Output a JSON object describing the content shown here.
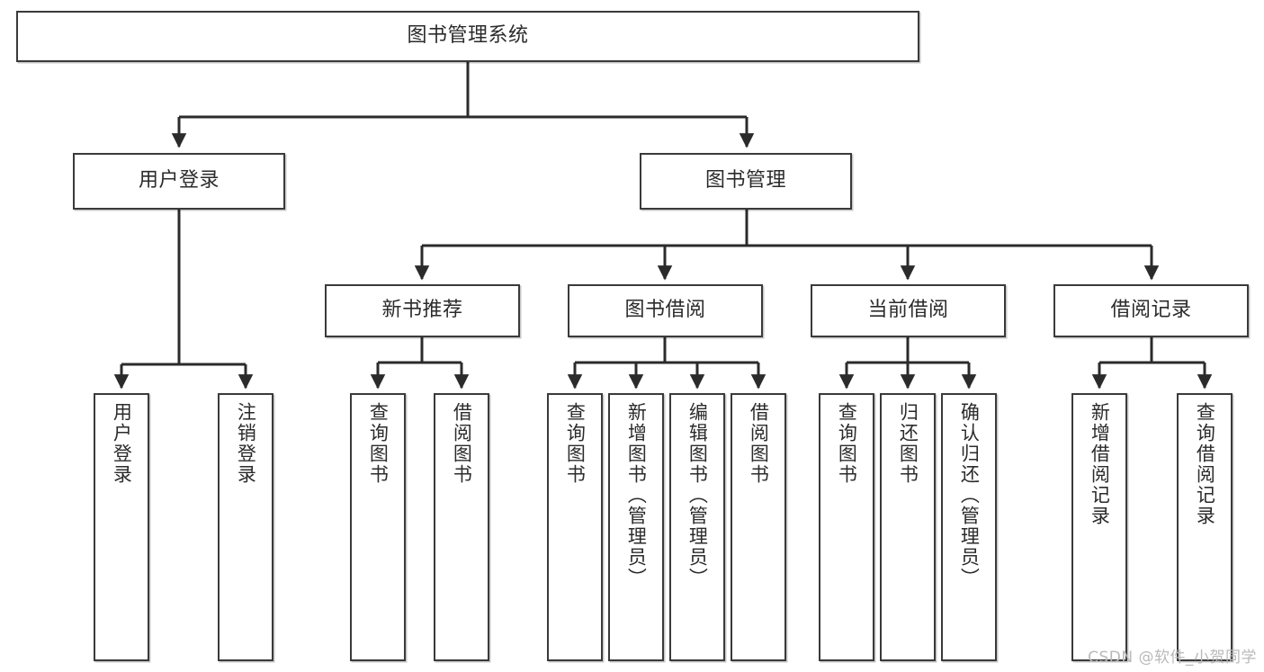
{
  "diagram": {
    "title": "图书管理系统",
    "type": "tree-hierarchy-chart",
    "edge_color": "#2b2b2b",
    "box_border_color": "#3a3a3a",
    "background": "#ffffff"
  },
  "nodes": {
    "root": {
      "label": "图书管理系统",
      "level": 1
    },
    "l2": [
      {
        "id": "user-login",
        "label": "用户登录",
        "level": 2
      },
      {
        "id": "book-manage",
        "label": "图书管理",
        "level": 2
      }
    ],
    "l3": [
      {
        "id": "new-book-recommend",
        "label": "新书推荐",
        "level": 3
      },
      {
        "id": "book-borrow",
        "label": "图书借阅",
        "level": 3
      },
      {
        "id": "current-borrow",
        "label": "当前借阅",
        "level": 3
      },
      {
        "id": "borrow-record",
        "label": "借阅记录",
        "level": 3
      }
    ],
    "leaves": [
      {
        "id": "leaf-user-login",
        "label": "用户登录",
        "parent": "user-login"
      },
      {
        "id": "leaf-user-logout",
        "label": "注销登录",
        "parent": "user-login"
      },
      {
        "id": "leaf-query-book-1",
        "label": "查询图书",
        "parent": "new-book-recommend"
      },
      {
        "id": "leaf-borrow-book-1",
        "label": "借阅图书",
        "parent": "new-book-recommend"
      },
      {
        "id": "leaf-query-book-2",
        "label": "查询图书",
        "parent": "book-borrow"
      },
      {
        "id": "leaf-add-book",
        "label": "新增图书（管理员）",
        "parent": "book-borrow"
      },
      {
        "id": "leaf-edit-book",
        "label": "编辑图书（管理员）",
        "parent": "book-borrow"
      },
      {
        "id": "leaf-borrow-book-2",
        "label": "借阅图书",
        "parent": "book-borrow"
      },
      {
        "id": "leaf-query-book-3",
        "label": "查询图书",
        "parent": "current-borrow"
      },
      {
        "id": "leaf-return-book",
        "label": "归还图书",
        "parent": "current-borrow"
      },
      {
        "id": "leaf-confirm-return",
        "label": "确认归还（管理员）",
        "parent": "current-borrow"
      },
      {
        "id": "leaf-add-record",
        "label": "新增借阅记录",
        "parent": "borrow-record"
      },
      {
        "id": "leaf-query-record",
        "label": "查询借阅记录",
        "parent": "borrow-record"
      }
    ]
  },
  "watermark": {
    "text": "CSDN @软件_小贺同学"
  }
}
